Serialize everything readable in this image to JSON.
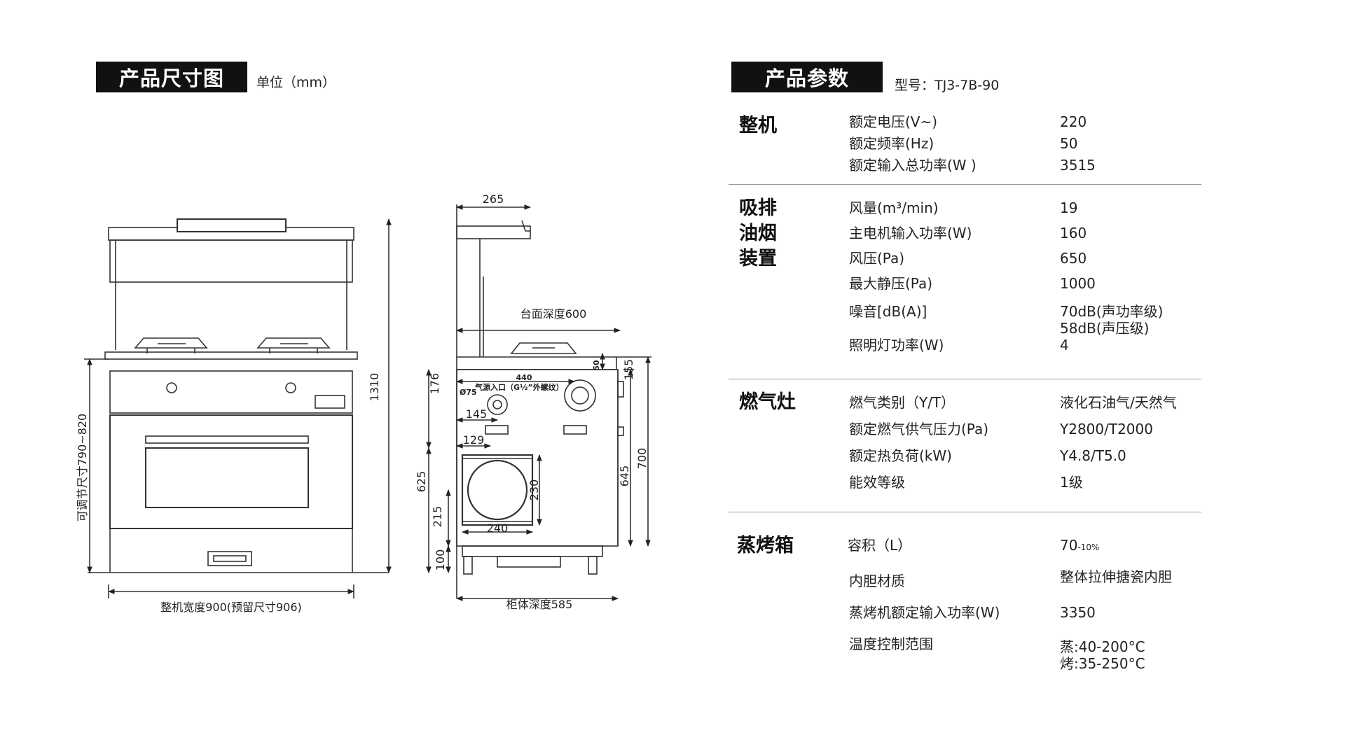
{
  "left_header": {
    "title": "产品尺寸图",
    "note": "单位（mm）"
  },
  "right_header": {
    "title": "产品参数",
    "note": "型号：TJ3-7B-90"
  },
  "dimensions": {
    "front_width": "整机宽度900(预留尺寸906)",
    "adjustable_height": "可调节尺寸790~820",
    "total_height": "1310",
    "hood_depth": "265",
    "countertop_depth": "台面深度600",
    "cabinet_depth": "柜体深度585",
    "d440": "440",
    "d176": "176",
    "d50": "50",
    "d155": "155",
    "gas_inlet": "气源入口（G½”外螺纹）",
    "d75": "Ø75",
    "d145": "145",
    "d129": "129",
    "d625": "625",
    "d215": "215",
    "d230": "230",
    "d240": "240",
    "d645": "645",
    "d700": "700",
    "d100": "100"
  },
  "specs": [
    {
      "group": [
        "整机"
      ],
      "rows": [
        {
          "label": "额定电压(V~)",
          "value": [
            "220"
          ]
        },
        {
          "label": "额定频率(Hz)",
          "value": [
            "50"
          ]
        },
        {
          "label": "额定输入总功率(W )",
          "value": [
            "3515"
          ]
        }
      ]
    },
    {
      "group": [
        "吸排",
        "油烟",
        "装置"
      ],
      "rows": [
        {
          "label": "风量(m³/min)",
          "value": [
            "19"
          ]
        },
        {
          "label": "主电机输入功率(W)",
          "value": [
            "160"
          ]
        },
        {
          "label": "风压(Pa)",
          "value": [
            "650"
          ]
        },
        {
          "label": "最大静压(Pa)",
          "value": [
            "1000"
          ]
        },
        {
          "label": "噪音[dB(A)]",
          "value": [
            "70dB(声功率级)",
            "58dB(声压级)"
          ]
        },
        {
          "label": "照明灯功率(W)",
          "value": [
            "4"
          ]
        }
      ]
    },
    {
      "group": [
        "燃气灶"
      ],
      "rows": [
        {
          "label": "燃气类别（Y/T）",
          "value": [
            "液化石油气/天然气"
          ]
        },
        {
          "label": "额定燃气供气压力(Pa)",
          "value": [
            "Y2800/T2000"
          ]
        },
        {
          "label": "额定热负荷(kW)",
          "value": [
            "Y4.8/T5.0"
          ]
        },
        {
          "label": "能效等级",
          "value": [
            "1级"
          ]
        }
      ]
    },
    {
      "group": [
        "蒸烤箱"
      ],
      "rows": [
        {
          "label": "容积（L）",
          "value": [
            "70"
          ],
          "value_suffix": "-10%"
        },
        {
          "label": "内胆材质",
          "value": [
            "整体拉伸搪瓷内胆"
          ]
        },
        {
          "label": "蒸烤机额定输入功率(W)",
          "value": [
            "3350"
          ]
        },
        {
          "label": "温度控制范围",
          "value": [
            "蒸:40-200°C",
            "烤:35-250°C"
          ]
        }
      ]
    }
  ]
}
